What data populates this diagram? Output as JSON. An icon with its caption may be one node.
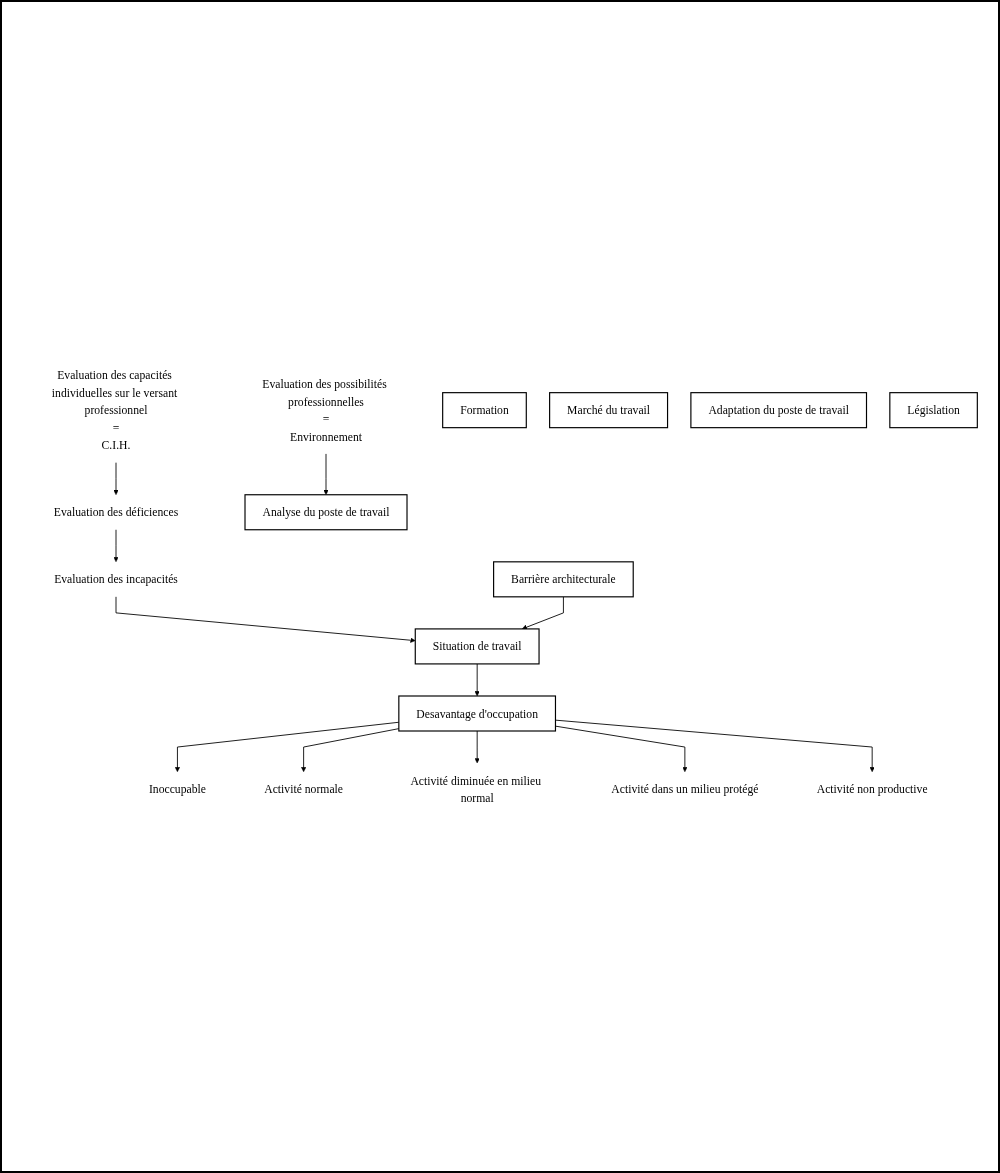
{
  "diagram": {
    "nodes": [
      {
        "text": [
          "Evaluation des capacités individuelles sur le versant professionnel",
          "=",
          "C.I.H."
        ]
      },
      {
        "text": [
          "Evaluation des possibilités professionnelles",
          "=",
          "Environnement"
        ]
      },
      {
        "text": [
          "Evaluation des déficiences"
        ]
      },
      {
        "text": [
          "Evaluation des incapacités"
        ]
      },
      {
        "text": [
          "Analyse du poste de travail"
        ]
      },
      {
        "text": [
          "Formation"
        ]
      },
      {
        "text": [
          "Marché du travail"
        ]
      },
      {
        "text": [
          "Adaptation du poste de travail"
        ]
      },
      {
        "text": [
          "Législation"
        ]
      },
      {
        "text": [
          "Barrière architecturale"
        ]
      },
      {
        "text": [
          "Situation de travail"
        ]
      },
      {
        "text": [
          "Desavantage d'occupation"
        ]
      },
      {
        "text": [
          "Inoccupable"
        ]
      },
      {
        "text": [
          "Activité normale"
        ]
      },
      {
        "text": [
          "Activité diminuée en milieu normal"
        ]
      },
      {
        "text": [
          "Activité dans un milieu protégé"
        ]
      },
      {
        "text": [
          "Activité non productive"
        ]
      }
    ],
    "edges": [
      {
        "from": 0,
        "to": 2,
        "arrow": "to"
      },
      {
        "from": 2,
        "to": 3,
        "arrow": "to"
      },
      {
        "from": 1,
        "to": 4,
        "arrow": "to"
      },
      {
        "from": 3,
        "to": 10,
        "arrow": "to"
      },
      {
        "from": 9,
        "to": 10,
        "arrow": "to"
      },
      {
        "from": 10,
        "to": 11,
        "arrow": "to"
      },
      {
        "from": 11,
        "to": 12,
        "arrow": "to"
      },
      {
        "from": 11,
        "to": 13,
        "arrow": "to"
      },
      {
        "from": 11,
        "to": 14,
        "arrow": "to"
      },
      {
        "from": 11,
        "to": 15,
        "arrow": "to"
      },
      {
        "from": 11,
        "to": 16,
        "arrow": "to"
      }
    ]
  }
}
